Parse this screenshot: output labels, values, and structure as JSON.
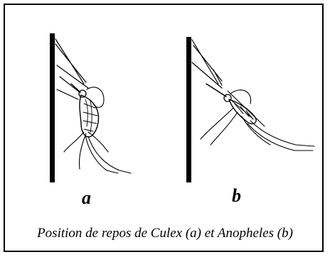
{
  "figure": {
    "panels": [
      {
        "label": "a",
        "subject": "Culex"
      },
      {
        "label": "b",
        "subject": "Anopheles"
      }
    ],
    "caption": "Position de repos de Culex (a) et Anopheles (b)",
    "colors": {
      "ink": "#000000",
      "background": "#ffffff"
    }
  }
}
